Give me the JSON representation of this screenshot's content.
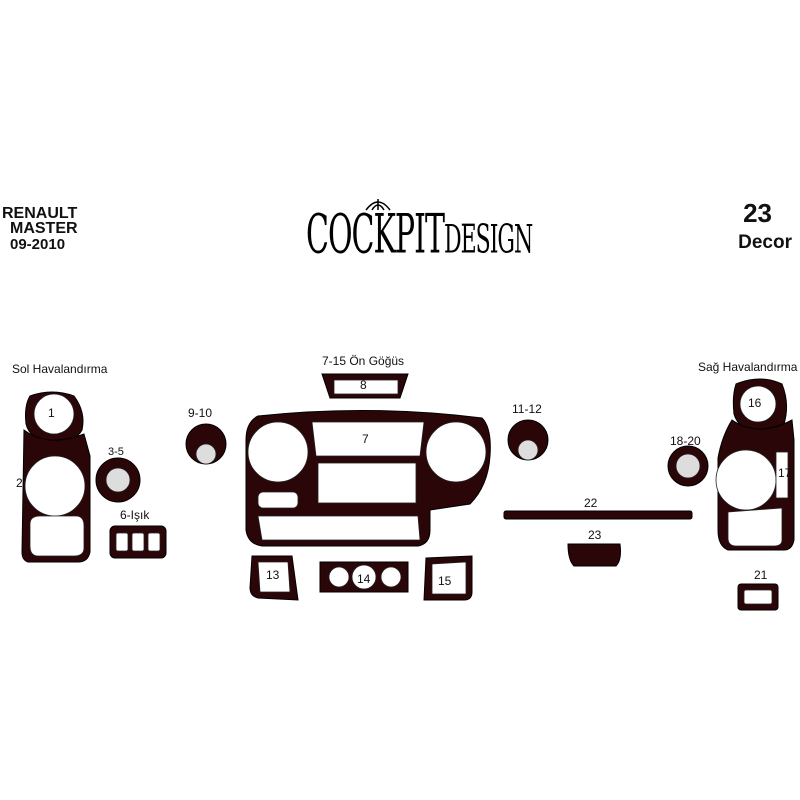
{
  "header": {
    "brand_line1": "RENAULT",
    "brand_line2": "MASTER",
    "brand_line3": "09-2010",
    "logo_text_main": "COCKPIT",
    "logo_text_sub": "DESIGN",
    "piece_count": "23",
    "piece_label": "Decor"
  },
  "labels": {
    "left_vent": "Sol Havalandırma",
    "right_vent": "Sağ Havalandırma",
    "front_console": "7-15 Ön Göğüs",
    "light": "6-Işık"
  },
  "parts": {
    "p1": "1",
    "p2": "2",
    "p3_5": "3-5",
    "p7": "7",
    "p8": "8",
    "p9_10": "9-10",
    "p11_12": "11-12",
    "p13": "13",
    "p14": "14",
    "p15": "15",
    "p16": "16",
    "p17": "17",
    "p18_20": "18-20",
    "p21": "21",
    "p22": "22",
    "p23": "23"
  },
  "colors": {
    "piece": "#2a0608",
    "outline": "#000000"
  }
}
